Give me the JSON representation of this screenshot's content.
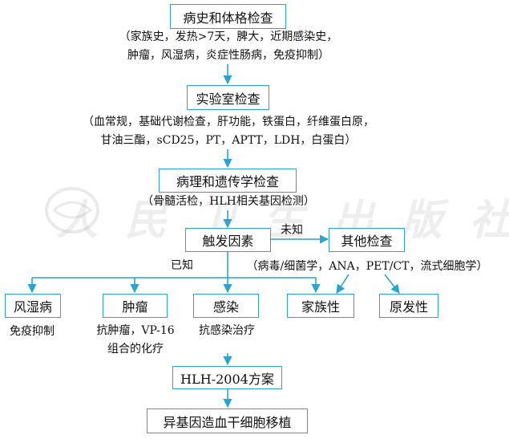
{
  "colors": {
    "accent": "#29a3d1",
    "text": "#111111"
  },
  "nodes": {
    "history": "病史和体格检查",
    "lab": "实验室检查",
    "pathology": "病理和遗传学检查",
    "trigger": "触发因素",
    "other": "其他检查",
    "rheumatic": "风湿病",
    "tumor": "肿瘤",
    "infection": "感染",
    "familial": "家族性",
    "primary": "原发性",
    "hlh2004": "HLH-2004方案",
    "transplant": "异基因造血干细胞移植"
  },
  "notes": {
    "history_line1": "（家族史，发热>7天，脾大，近期感染史，",
    "history_line2": "肿瘤，风湿病，炎症性肠病，免疫抑制）",
    "lab_line1": "（血常规，基础代谢检查，肝功能，铁蛋白，纤维蛋白原，",
    "lab_line2": "甘油三酯，sCD25，PT，APTT，LDH，白蛋白）",
    "pathology": "（骨髓活检，HLH相关基因检测）",
    "other": "（病毒/细菌学，ANA，PET/CT，流式细胞学）",
    "rheumatic": "免疫抑制",
    "tumor_line1": "抗肿瘤，VP-16",
    "tumor_line2": "组合的化疗",
    "infection": "抗感染治疗"
  },
  "edge_labels": {
    "unknown": "未知",
    "known": "已知"
  },
  "watermark": "人民卫生出版社"
}
